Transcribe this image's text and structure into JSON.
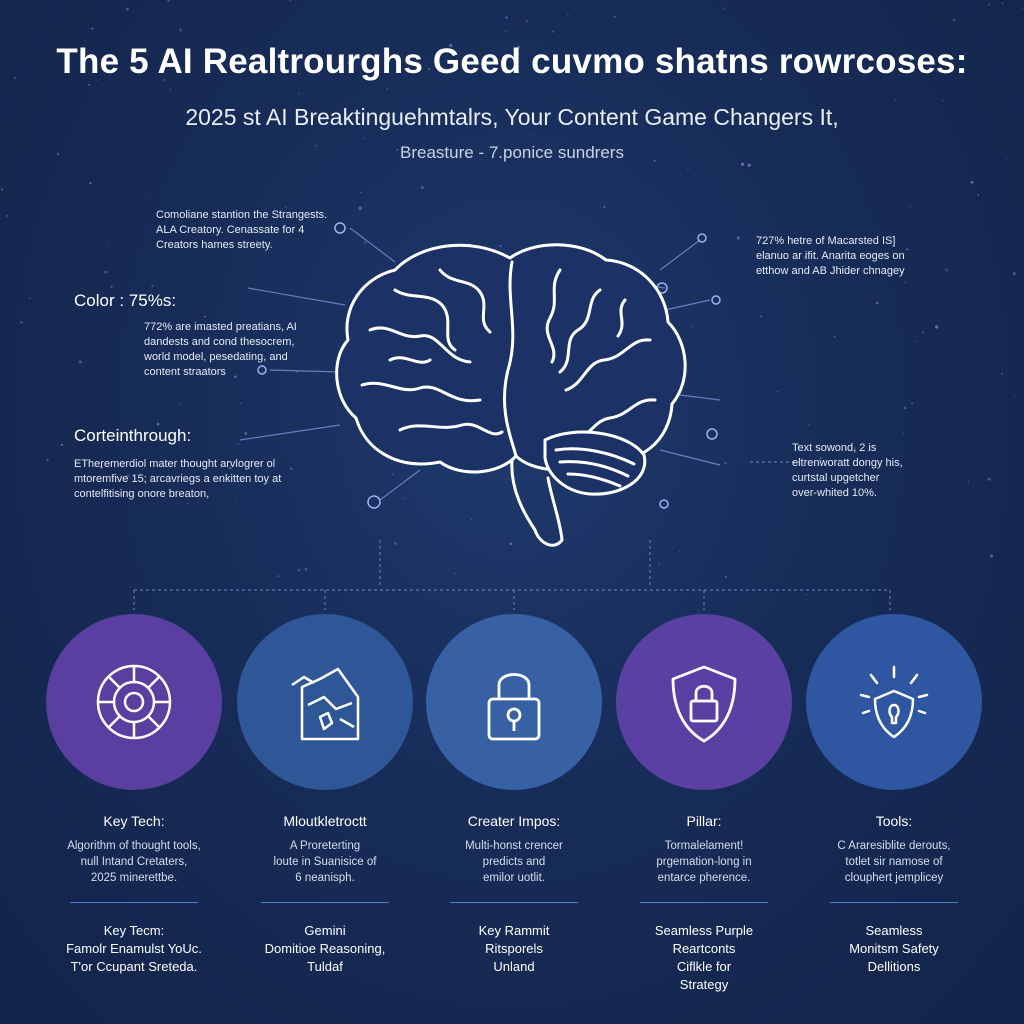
{
  "header": {
    "title": "The 5 AI Realtrourghs Geed cuvmo shatns rowrcoses:",
    "subtitle": "2025 st AI Breaktinguehmtalrs, Your Content Game Changers It,",
    "tagline": "Breasture - 7.ponice sundrers"
  },
  "left_notes": {
    "top_note": [
      "Comoliane stantion the Strangests.",
      "ALA Creatory. Cenassate for 4",
      "Creators hames streety."
    ],
    "color_heading": "Color : 75%s:",
    "color_note": [
      "772% are imasted preatians, AI",
      "dandests and cond thesocrem,",
      "world model, pesedating, and",
      "content straators"
    ],
    "breakthrough_heading": "Corteinthrough:",
    "breakthrough_note": [
      "ETheremerdiol mater thought arvlogrer ol",
      "mtoremfive 15; arcavriegs a enkitten toy at",
      "contelfitising onore breaton,"
    ]
  },
  "right_notes": {
    "top_note": [
      "727% hetre of Macarsted IS]",
      "elanuo ar ifit. Anarita eoges on",
      "etthow and AB Jhider chnagey"
    ],
    "mid_note": [
      "Text sowond, 2 is",
      "eltrenworatt dongy his,",
      "curtstal upgetcher",
      "over-whited 10%."
    ]
  },
  "cards": [
    {
      "icon": "network-sphere-icon",
      "color": "#5a3fa0",
      "title": "Key Tech:",
      "desc": [
        "Algorithm of thought tools,",
        "null Intand Cretaters,",
        "2025 minerettbe."
      ],
      "foot": [
        "Key Tecm:",
        "Famolr Enamulst YoUc.",
        "T'or Ccupant Sreteda."
      ]
    },
    {
      "icon": "document-map-icon",
      "color": "#2f5797",
      "title": "Mloutkletroctt",
      "desc": [
        "A Proreterting",
        "loute in Suanisice of",
        "6 neanisph."
      ],
      "foot": [
        "Gemini",
        "Domitioe Reasoning,",
        "Tuldaf"
      ]
    },
    {
      "icon": "padlock-icon",
      "color": "#3761a4",
      "title": "Creater Impos:",
      "desc": [
        "Multi-honst crencer",
        "predicts and",
        "emilor uotlit."
      ],
      "foot": [
        "Key Rammit",
        "Ritsporels",
        "Unland"
      ]
    },
    {
      "icon": "shield-lock-icon",
      "color": "#5a40a2",
      "title": "Pillar:",
      "desc": [
        "Tormalelament!",
        "prgemation-long in",
        "entarce pherence."
      ],
      "foot": [
        "Seamless Purple",
        "Reartconts",
        "Ciflkle for",
        "Strategy"
      ]
    },
    {
      "icon": "shield-bulb-icon",
      "color": "#2f56a0",
      "title": "Tools:",
      "desc": [
        "C Araresiblite derouts,",
        "totlet sir namose of",
        "clouphert jemplicey"
      ],
      "foot": [
        "Seamless",
        "Monitsm Safety",
        "Dellitions"
      ]
    }
  ],
  "colors": {
    "accent_purple": "#5a3fa0",
    "accent_blue": "#3761a4",
    "divider": "#4f7fd0",
    "background": "#172c58"
  }
}
